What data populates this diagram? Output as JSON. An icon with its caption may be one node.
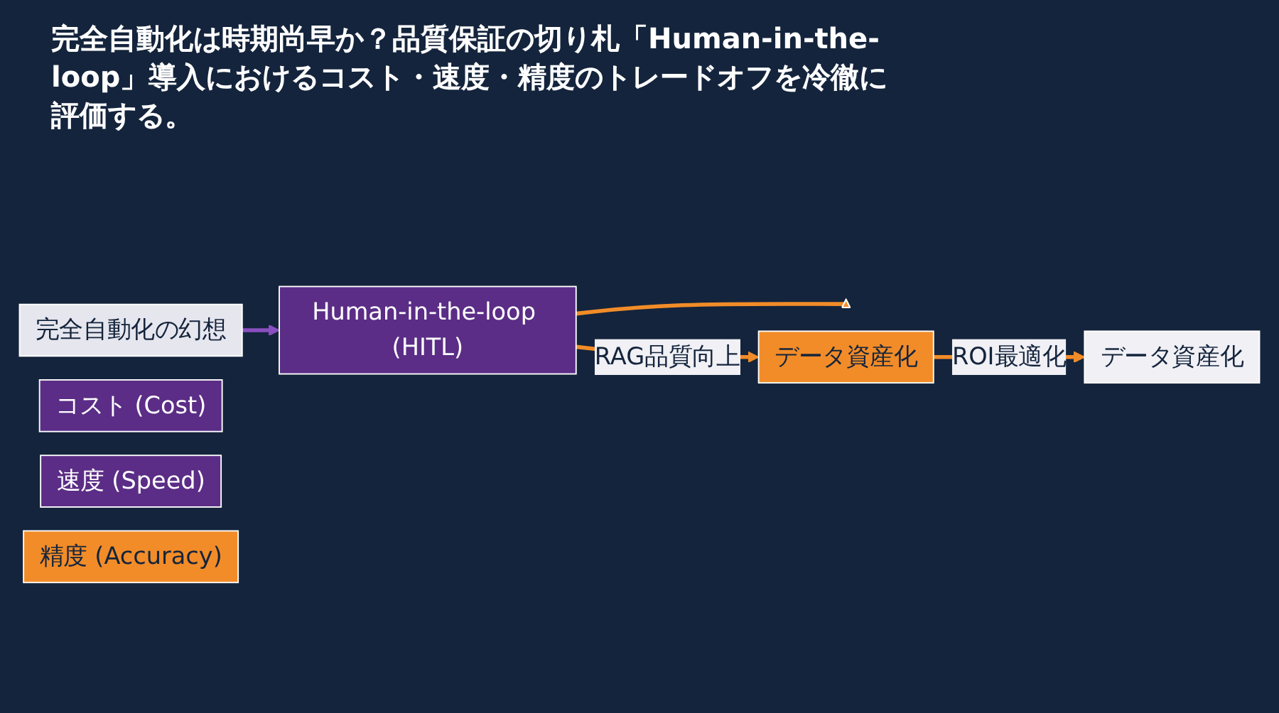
{
  "diagram": {
    "title": "完全自動化は時期尚早か？品質保証の切り札「Human-in-the-loop」導入におけるコスト・速度・精度のトレードオフを冷徹に評価する。",
    "nodes": [
      {
        "text": [
          "完全自動化の幻想"
        ]
      },
      {
        "text": [
          "Human-in-the-loop (HITL)"
        ]
      },
      {
        "text": [
          "コスト (Cost)"
        ]
      },
      {
        "text": [
          "速度 (Speed)"
        ]
      },
      {
        "text": [
          "精度 (Accuracy)"
        ]
      },
      {
        "text": [],
        "shape": "triangle"
      },
      {
        "text": [
          "データ資産化"
        ]
      },
      {
        "text": [
          "データ資産化"
        ]
      }
    ],
    "edges": [
      {
        "from": 0,
        "to": 1,
        "arrow": "to",
        "color": "#8a4fc0"
      },
      {
        "from": 1,
        "to": 5,
        "arrow": "none"
      },
      {
        "from": 1,
        "to": 6,
        "arrow": "to",
        "label": "RAG品質向上"
      },
      {
        "from": 6,
        "to": 7,
        "arrow": "to",
        "label": "ROI最適化"
      }
    ]
  }
}
